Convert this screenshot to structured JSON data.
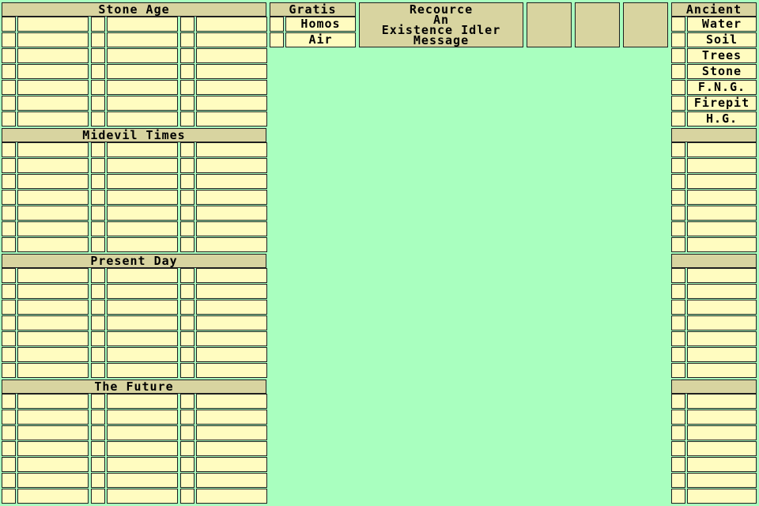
{
  "eras": [
    {
      "title": "Stone Age"
    },
    {
      "title": "Midevil Times"
    },
    {
      "title": "Present Day"
    },
    {
      "title": "The Future"
    }
  ],
  "gratis": {
    "title": "Gratis",
    "items": [
      "Homos",
      "Air"
    ]
  },
  "message": {
    "lines": [
      "Recource",
      "An",
      "Existence Idler",
      "Message"
    ]
  },
  "ancient": {
    "title": "Ancient",
    "items": [
      "Water",
      "Soil",
      "Trees",
      "Stone",
      "F.N.G.",
      "Firepit",
      "H.G."
    ]
  },
  "colors": {
    "background": "#a9ffbf",
    "header": "#d8d4a0",
    "cell": "#fffcc0",
    "border": "#1f1f1f"
  }
}
